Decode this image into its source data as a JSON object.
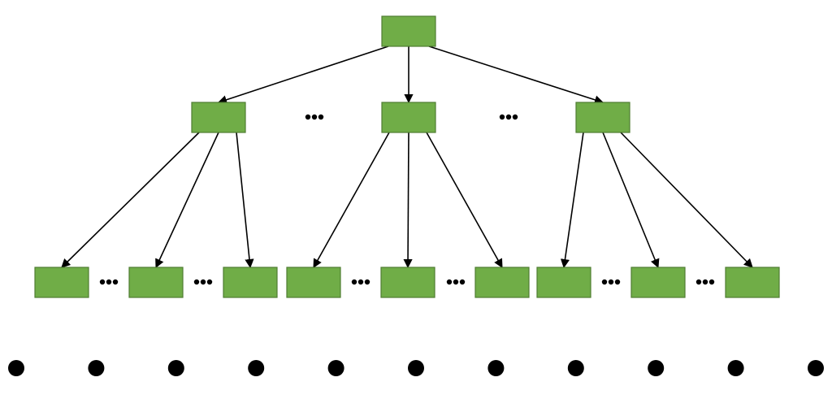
{
  "diagram": {
    "type": "tree",
    "node_fill": "#70ad47",
    "node_stroke": "#4f7d32",
    "edge_color": "#000000",
    "ellipsis_color": "#000000",
    "levels": [
      {
        "name": "root",
        "node_count": 1
      },
      {
        "name": "level-1",
        "node_count": 3,
        "gaps_marked_with_ellipsis": true
      },
      {
        "name": "level-2",
        "node_count": 9,
        "children_per_parent": 3,
        "gaps_marked_with_ellipsis": true
      },
      {
        "name": "continuation",
        "dot_count": 11
      }
    ],
    "edges": {
      "root_to_level1": 3,
      "level1_to_level2": 9
    }
  }
}
